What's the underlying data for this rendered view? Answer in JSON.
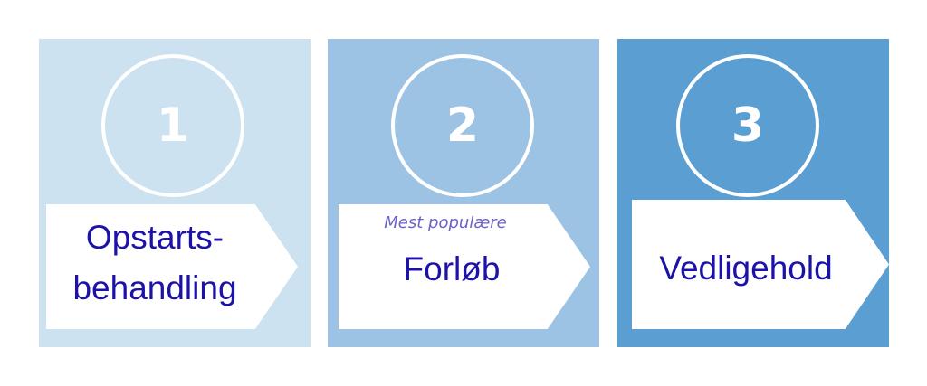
{
  "colors": {
    "panel_1": "#cde2f1",
    "panel_2": "#9dc3e4",
    "panel_3": "#5b9ed2",
    "text": "#1c12a8",
    "subtitle_text": "#6a63c6",
    "circle_stroke": "#ffffff",
    "arrow_fill": "#ffffff"
  },
  "steps": [
    {
      "number": "1",
      "label_line_1": "Opstarts-",
      "label_line_2": "behandling"
    },
    {
      "number": "2",
      "subtitle": "Mest populære",
      "label": "Forløb"
    },
    {
      "number": "3",
      "label": "Vedligehold"
    }
  ]
}
